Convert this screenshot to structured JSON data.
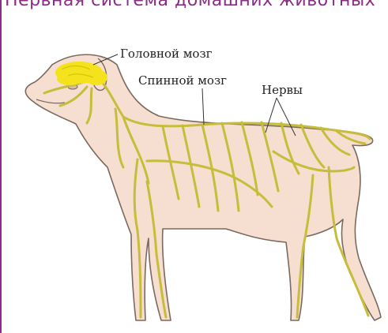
{
  "header": {
    "top_text": "Нервная система домашних животных",
    "accent_color": "#8a2d86"
  },
  "figure": {
    "body_color": "#f6ded0",
    "nerve_color": "#c6be3a",
    "brain_color": "#f4e21c",
    "labels": {
      "brain": "Головной мозг",
      "spinal_cord": "Спинной мозг",
      "nerves": "Нервы"
    }
  }
}
